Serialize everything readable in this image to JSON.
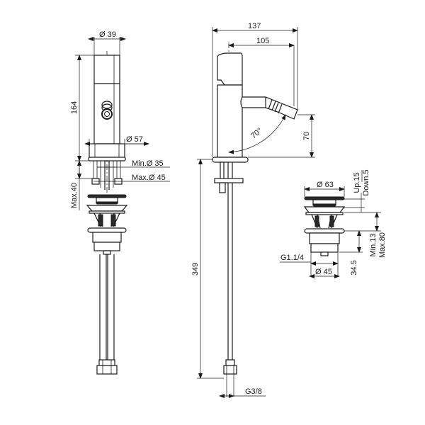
{
  "title": "Bidet mixer technical drawing",
  "colors": {
    "line": "#1a1a1a",
    "background": "#ffffff"
  },
  "front_view": {
    "body_diameter": "Ø 39",
    "height": "164",
    "base_diameter": "Ø 57",
    "hole_min": "Min.Ø 35",
    "hole_max": "Max.Ø 45",
    "deck_thickness": "Max.40"
  },
  "side_view": {
    "overall_depth": "137",
    "spout_reach": "105",
    "spout_angle": "70°",
    "spout_height": "70",
    "hose_length": "349",
    "hose_connection": "G3/8"
  },
  "waste_view": {
    "cap_diameter": "Ø 63",
    "stroke": "Up.15",
    "stroke_down": "Down.5",
    "deck_range_min": "Min.13",
    "deck_range_max": "Max.80",
    "thread": "G1.1/4",
    "tail_length": "34.5",
    "body_diameter": "Ø 45"
  }
}
